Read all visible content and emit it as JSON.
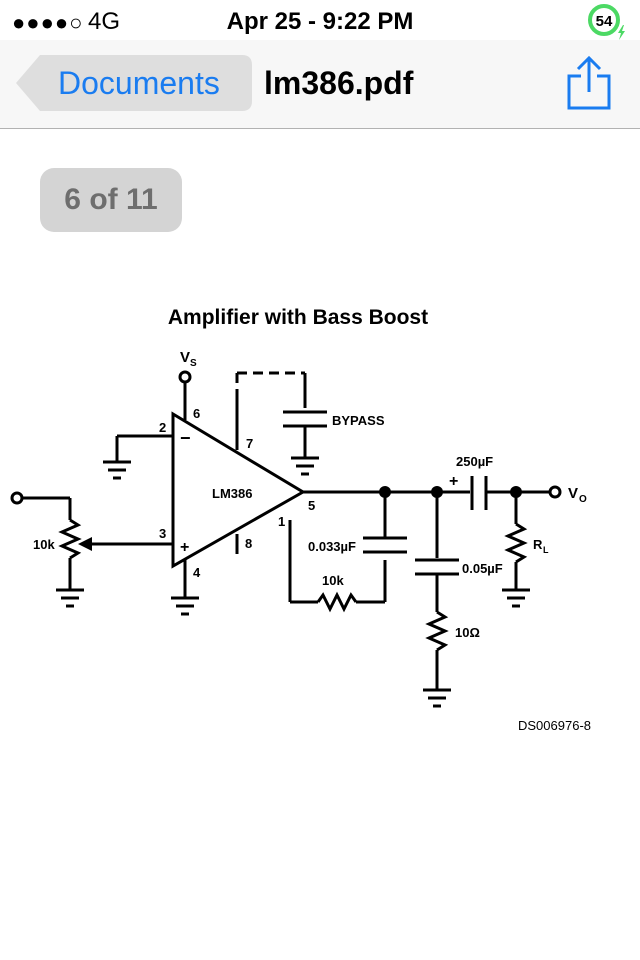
{
  "status_bar": {
    "signal": "●●●●○",
    "carrier": "4G",
    "datetime": "Apr 25 - 9:22 PM",
    "battery_level": "54",
    "battery_ring_color": "#4cd964",
    "charging_icon": "bolt-icon"
  },
  "nav_bar": {
    "back_label": "Documents",
    "title": "lm386.pdf",
    "share_icon": "share-icon",
    "accent_color": "#1a7cf0"
  },
  "page_indicator": "6 of 11",
  "document": {
    "title": "Amplifier with Bass Boost",
    "doc_code": "DS006976-8",
    "schematic": {
      "chip": "LM386",
      "supply": "V",
      "supply_sub": "S",
      "output": "V",
      "output_sub": "O",
      "pins": {
        "p1": "1",
        "p2": "2",
        "p3": "3",
        "p4": "4",
        "p5": "5",
        "p6": "6",
        "p7": "7",
        "p8": "8"
      },
      "minus": "−",
      "plus": "+",
      "bypass": "BYPASS",
      "pot": "10k",
      "cap_feedback": "0.033µF",
      "res_feedback": "10k",
      "cap_zobel": "0.05µF",
      "res_zobel": "10Ω",
      "cap_out": "250µF",
      "cap_out_plus": "+",
      "load": "R",
      "load_sub": "L"
    }
  }
}
